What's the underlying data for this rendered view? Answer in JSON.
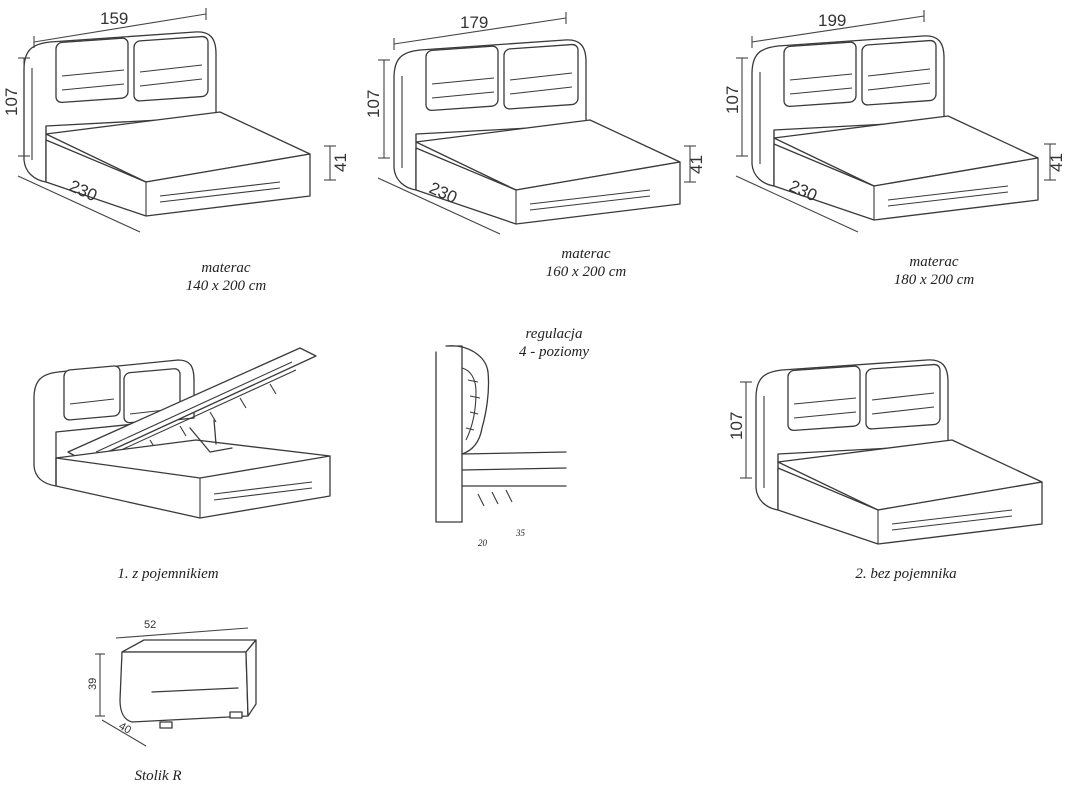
{
  "beds": [
    {
      "width": "159",
      "height": "107",
      "length": "230",
      "frame_height": "41",
      "caption_line1": "materac",
      "caption_line2": "140 x 200 cm"
    },
    {
      "width": "179",
      "height": "107",
      "length": "230",
      "frame_height": "41",
      "caption_line1": "materac",
      "caption_line2": "160 x 200 cm"
    },
    {
      "width": "199",
      "height": "107",
      "length": "230",
      "frame_height": "41",
      "caption_line1": "materac",
      "caption_line2": "180 x 200 cm"
    }
  ],
  "variant_storage": {
    "caption": "1. z pojemnikiem"
  },
  "headboard_profile": {
    "caption_line1": "regulacja",
    "caption_line2": "4 - poziomy",
    "angle_a": "20",
    "angle_b": "35"
  },
  "variant_plain": {
    "height": "107",
    "caption": "2. bez pojemnika"
  },
  "nightstand": {
    "width": "52",
    "height": "39",
    "depth": "40",
    "caption": "Stolik R"
  }
}
